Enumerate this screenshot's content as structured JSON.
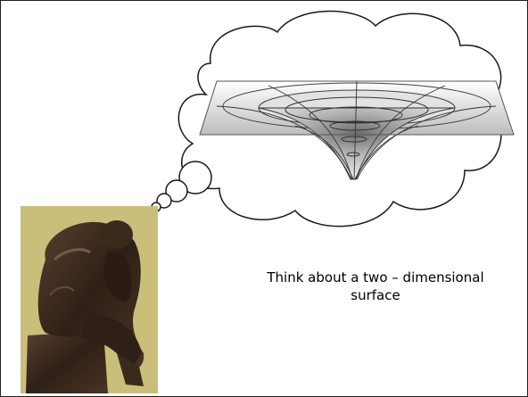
{
  "slide": {
    "caption_line1": "Think about a two – dimensional",
    "caption_line2": "surface"
  },
  "figures": {
    "statue": "thinker-statue",
    "thought": "thought-cloud",
    "surface": "curved-funnel-surface"
  },
  "colors": {
    "background": "#ffffff",
    "outline": "#1a1a1a",
    "statue_bg": "#c9bf7a",
    "statue_bronze": "#3a2a1c",
    "surface_light": "#f4f4f4",
    "surface_dark": "#9a9a9a"
  }
}
